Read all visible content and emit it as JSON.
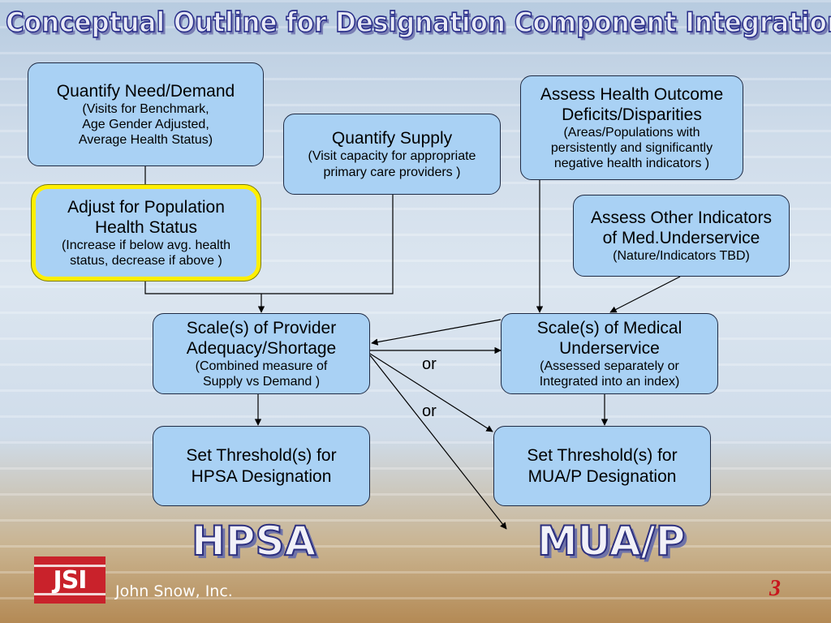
{
  "title": "Conceptual Outline for Designation Component Integration",
  "boxes": {
    "need": {
      "heading": "Quantify Need/Demand",
      "sub": "(Visits for Benchmark,\nAge Gender Adjusted,\nAverage Health Status)"
    },
    "adjust": {
      "heading": "Adjust for Population\nHealth Status",
      "sub": "(Increase if below avg. health\nstatus, decrease if above )"
    },
    "supply": {
      "heading": "Quantify Supply",
      "sub": "(Visit capacity for appropriate\nprimary care providers )"
    },
    "outcome": {
      "heading": "Assess Health Outcome\nDeficits/Disparities",
      "sub": "(Areas/Populations with\npersistently and significantly\nnegative health indicators )"
    },
    "other": {
      "heading": "Assess Other Indicators\nof Med.Underservice",
      "sub": "(Nature/Indicators TBD)"
    },
    "provider_scale": {
      "heading": "Scale(s) of Provider\nAdequacy/Shortage",
      "sub": "(Combined measure of\nSupply vs Demand )"
    },
    "medical_scale": {
      "heading": "Scale(s) of Medical\nUnderservice",
      "sub": "(Assessed separately or\nIntegrated into an index)"
    },
    "hpsa_threshold": {
      "heading": "Set Threshold(s) for\nHPSA Designation",
      "sub": ""
    },
    "mua_threshold": {
      "heading": "Set Threshold(s) for\nMUA/P Designation",
      "sub": ""
    }
  },
  "labels": {
    "or1": "or",
    "or2": "or",
    "hpsa": "HPSA",
    "muap": "MUA/P"
  },
  "footer": {
    "logo_text": "JSI",
    "company": "John Snow, Inc.",
    "page": "3"
  },
  "colors": {
    "box_fill": "#a9d1f4",
    "highlight": "#ffef00",
    "page_number": "#c8161d",
    "logo": "#c9222b"
  }
}
